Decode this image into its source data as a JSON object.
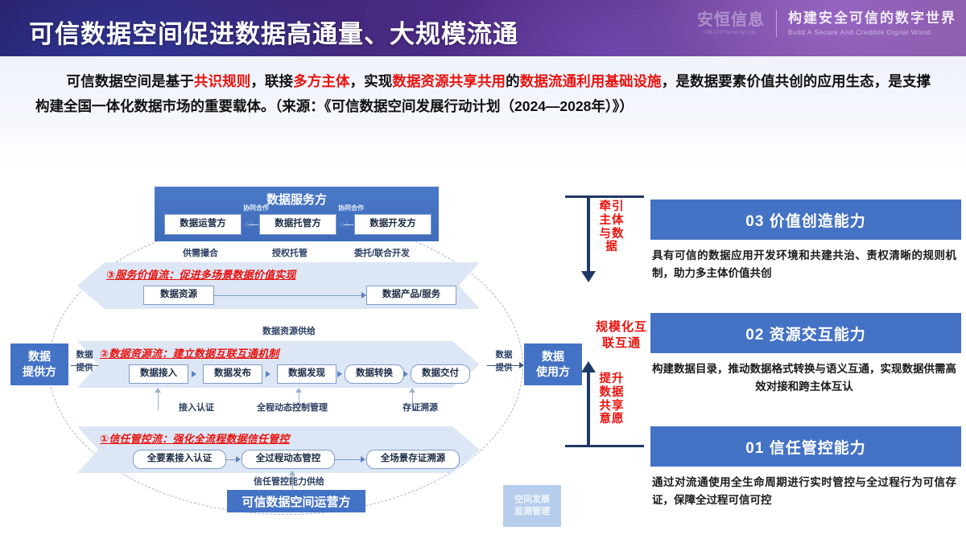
{
  "header": {
    "title": "可信数据空间促进数据高通量、大规模流通",
    "brand_logo_cn": "安恒信息",
    "brand_logo_en": "DBAPPSecurity Ltd.",
    "brand_slogan_cn": "构建安全可信的数字世界",
    "brand_slogan_en": "Build A Secure And Credible Digital World"
  },
  "intro": {
    "seg1": "可信数据空间是基于",
    "hl1": "共识规则",
    "seg2": "，联接",
    "hl2": "多方主体",
    "seg3": "，实现",
    "hl3": "数据资源共享共用",
    "seg4": "的",
    "hl4": "数据流通利用基础设施",
    "seg5": "，是数据要素价值共创的应用生态，是支撑构建全国一体化数据市场的重要载体。（来源：《可信数据空间发展行动计划（2024—2028年）》）"
  },
  "diagram": {
    "service_panel": {
      "title": "数据服务方",
      "boxes": [
        "数据运营方",
        "数据托管方",
        "数据开发方"
      ],
      "connectors": [
        "协同合作",
        "协同合作"
      ],
      "captions": [
        "供需撮合",
        "授权托管",
        "委托/联合开发"
      ]
    },
    "provider": {
      "line1": "数据",
      "line2": "提供方"
    },
    "consumer": {
      "line1": "数据",
      "line2": "使用方"
    },
    "provide_label_left": {
      "line1": "数据",
      "line2": "提供"
    },
    "provide_label_right": {
      "line1": "数据",
      "line2": "提供"
    },
    "flow3": {
      "title": "③服务价值流：促进多场景数据价值实现",
      "boxes": [
        "数据资源",
        "数据产品/服务"
      ],
      "caption": "数据资源供给"
    },
    "flow2": {
      "title": "②数据资源流：建立数据互联互通机制",
      "boxes": [
        "数据接入",
        "数据发布",
        "数据发现",
        "数据转换",
        "数据交付"
      ],
      "captions": [
        "接入认证",
        "全程动态控制管理",
        "存证溯源"
      ]
    },
    "flow1": {
      "title": "①信任管控流：强化全流程数据信任管控",
      "boxes": [
        "全要素接入认证",
        "全过程动态管控",
        "全场景存证溯源"
      ],
      "caption": "信任管控能力供给"
    },
    "operator": "可信数据空间运营方",
    "monitor": {
      "line1": "空间发展",
      "line2": "监测管理"
    }
  },
  "capabilities": {
    "axis_labels": {
      "top": "牵引主体与数据",
      "middle": "规模化互联互通",
      "bottom": "提升数据共享意愿"
    },
    "cards": [
      {
        "title": "03 价值创造能力",
        "body": "具有可信的数据应用开发环境和共建共治、责权清晰的规则机制，助力多主体价值共创"
      },
      {
        "title": "02 资源交互能力",
        "body": "构建数据目录，推动数据格式转换与语义互通，实现数据供需高效对接和跨主体互认"
      },
      {
        "title": "01 信任管控能力",
        "body": "通过对流通使用全生命周期进行实时管控与全过程行为可信存证，保障全过程可信可控"
      }
    ]
  },
  "colors": {
    "accent_blue": "#4472c4",
    "highlight_red": "#e8130f",
    "band": "#dde6f4",
    "axis": "#1f3864"
  }
}
